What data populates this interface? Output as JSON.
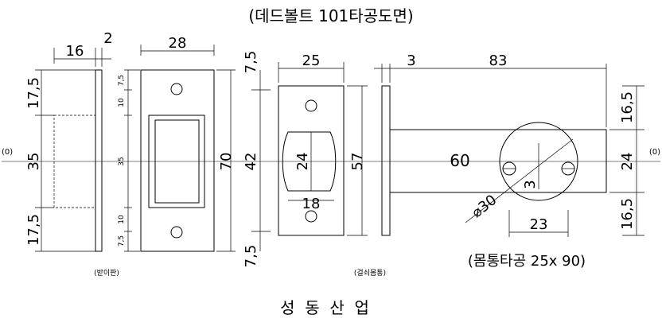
{
  "title": "(데드볼트 101타공도면)",
  "footer": "성  동  산  업",
  "captions": {
    "strike_plate": "(받이판)",
    "latch_body": "(걸쇠몸통)",
    "bore": "(몸통타공 25x 90)"
  },
  "center_marks": {
    "left": "(0)",
    "right": "(0)"
  },
  "dimensions": {
    "strike_width": "16",
    "strike_thickness": "2",
    "strike_top": "17,5",
    "strike_mid": "35",
    "strike_bottom": "17,5",
    "small_75_top": "7,5",
    "small_10_top": "10",
    "small_35": "35",
    "small_10_bottom": "10",
    "small_75_bottom": "7,5",
    "faceplate_width": "28",
    "faceplate_height": "70",
    "top_75": "7,5",
    "mid_42": "42",
    "bottom_75": "7,5",
    "latch_width": "25",
    "latch_hole": "24",
    "latch_hole_width": "18",
    "latch_height": "57",
    "side_3": "3",
    "backset_83": "83",
    "backset_60": "60",
    "hole_3": "3",
    "hole_23": "23",
    "dia_30": "⌀30",
    "right_top": "16,5",
    "right_mid": "24",
    "right_bottom": "16,5"
  }
}
